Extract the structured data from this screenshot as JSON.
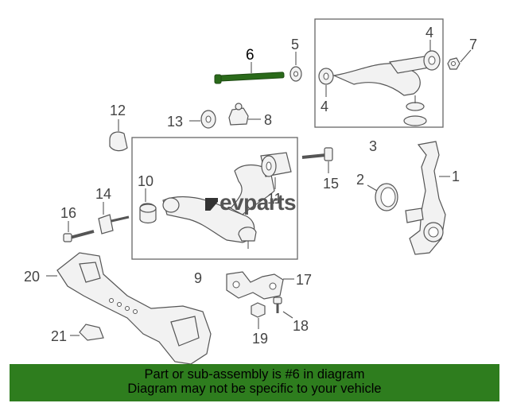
{
  "watermark": "evparts",
  "highlighted_part": "6",
  "callouts": [
    "1",
    "2",
    "3",
    "4",
    "4",
    "5",
    "6",
    "7",
    "8",
    "9",
    "10",
    "11",
    "12",
    "13",
    "14",
    "15",
    "16",
    "17",
    "18",
    "19",
    "20",
    "21"
  ],
  "footer": {
    "line1": "Part or sub-assembly is #6 in diagram",
    "line2": "Diagram may not be specific to your vehicle"
  },
  "colors": {
    "footer_bg": "#2e7d1e",
    "highlight_part": "#2a6a1a",
    "linework": "#555555"
  }
}
